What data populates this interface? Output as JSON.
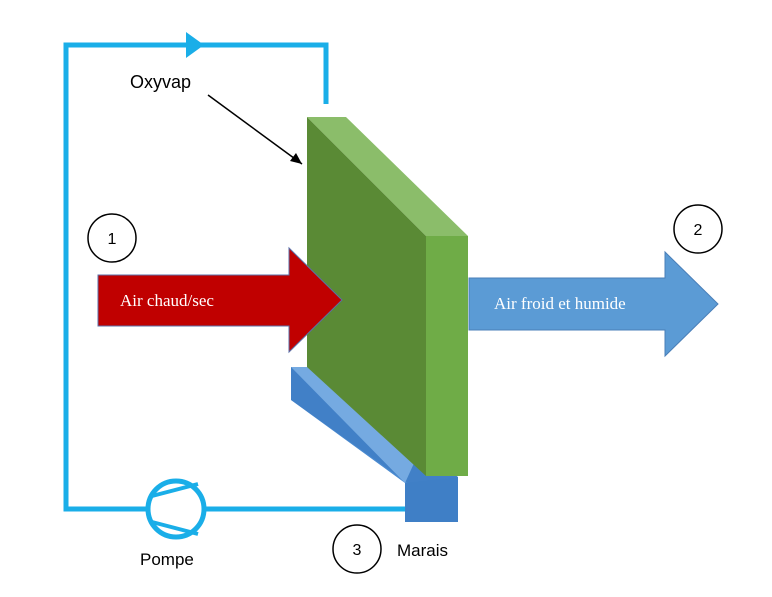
{
  "labels": {
    "device": "Oxyvap",
    "pump": "Pompe",
    "marsh": "Marais",
    "inlet_air": "Air chaud/sec",
    "outlet_air": "Air froid et humide"
  },
  "step_markers": [
    "1",
    "2",
    "3"
  ],
  "colors": {
    "water_loop": "#1aaee8",
    "inlet_arrow": "#c00000",
    "outlet_arrow": "#5b9bd5",
    "panel_front": "#5a8a35",
    "panel_top": "#8bbd6a",
    "panel_side": "#6fac47",
    "basin_top": "#7fb2e5",
    "basin_front": "#4a8ad0",
    "basin_end": "#3f7fc6"
  },
  "icons": {
    "pump": "pump-icon",
    "flow_direction": "flow-arrowhead-icon"
  }
}
